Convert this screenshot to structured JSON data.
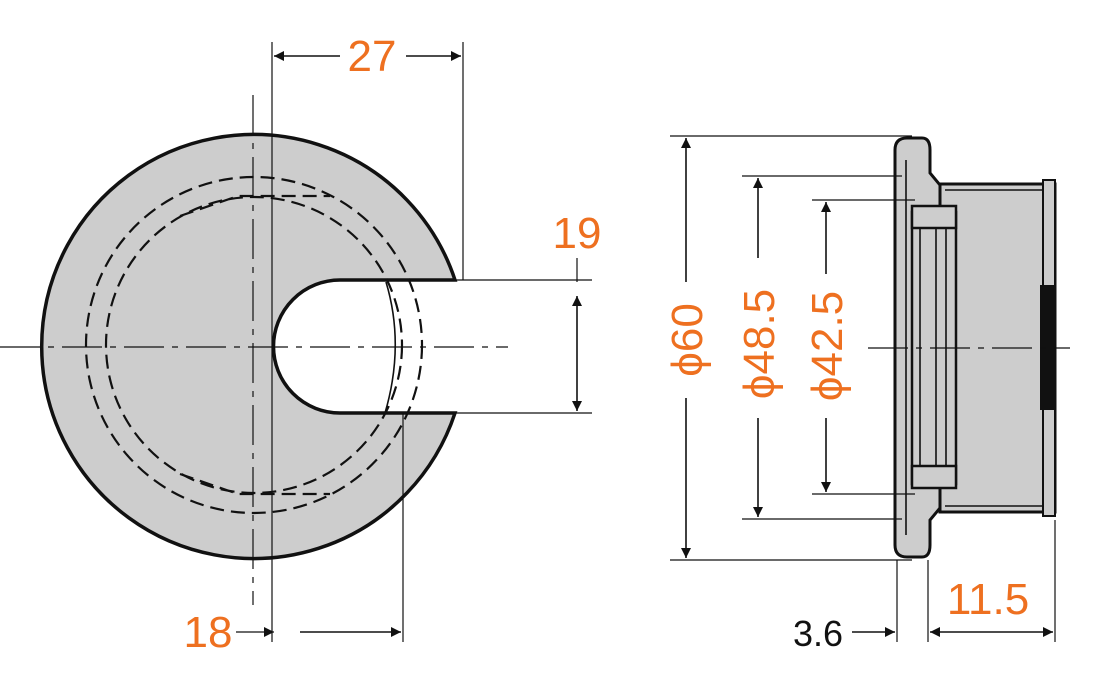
{
  "front_view": {
    "dim_width": "27",
    "dim_slot_height": "19",
    "dim_slot_offset": "18"
  },
  "side_view": {
    "dim_outer_dia": "ϕ60",
    "dim_mid_dia": "ϕ48.5",
    "dim_inner_dia": "ϕ42.5",
    "dim_flange": "3.6",
    "dim_depth": "11.5"
  },
  "colors": {
    "body_fill": "#CDCDCD",
    "dimension_text": "#EE7020",
    "line": "#111111"
  }
}
